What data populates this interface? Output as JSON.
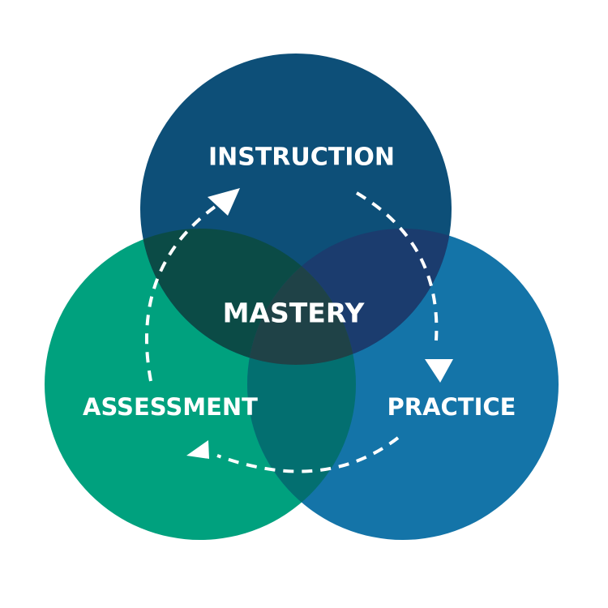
{
  "diagram": {
    "center_label": "MASTERY",
    "circles": [
      {
        "id": "instruction",
        "label": "INSTRUCTION",
        "color": "#0d4f78"
      },
      {
        "id": "assessment",
        "label": "ASSESSMENT",
        "color": "#00a17e"
      },
      {
        "id": "practice",
        "label": "PRACTICE",
        "color": "#1474a8"
      }
    ],
    "overlap_colors": {
      "instruction_assessment": "#0b4b46",
      "instruction_practice": "#1b3c6e",
      "assessment_practice": "#036f70",
      "center": "#1f4247"
    },
    "cycle": {
      "direction": "clockwise",
      "line_style": "dashed",
      "color": "#ffffff"
    }
  }
}
